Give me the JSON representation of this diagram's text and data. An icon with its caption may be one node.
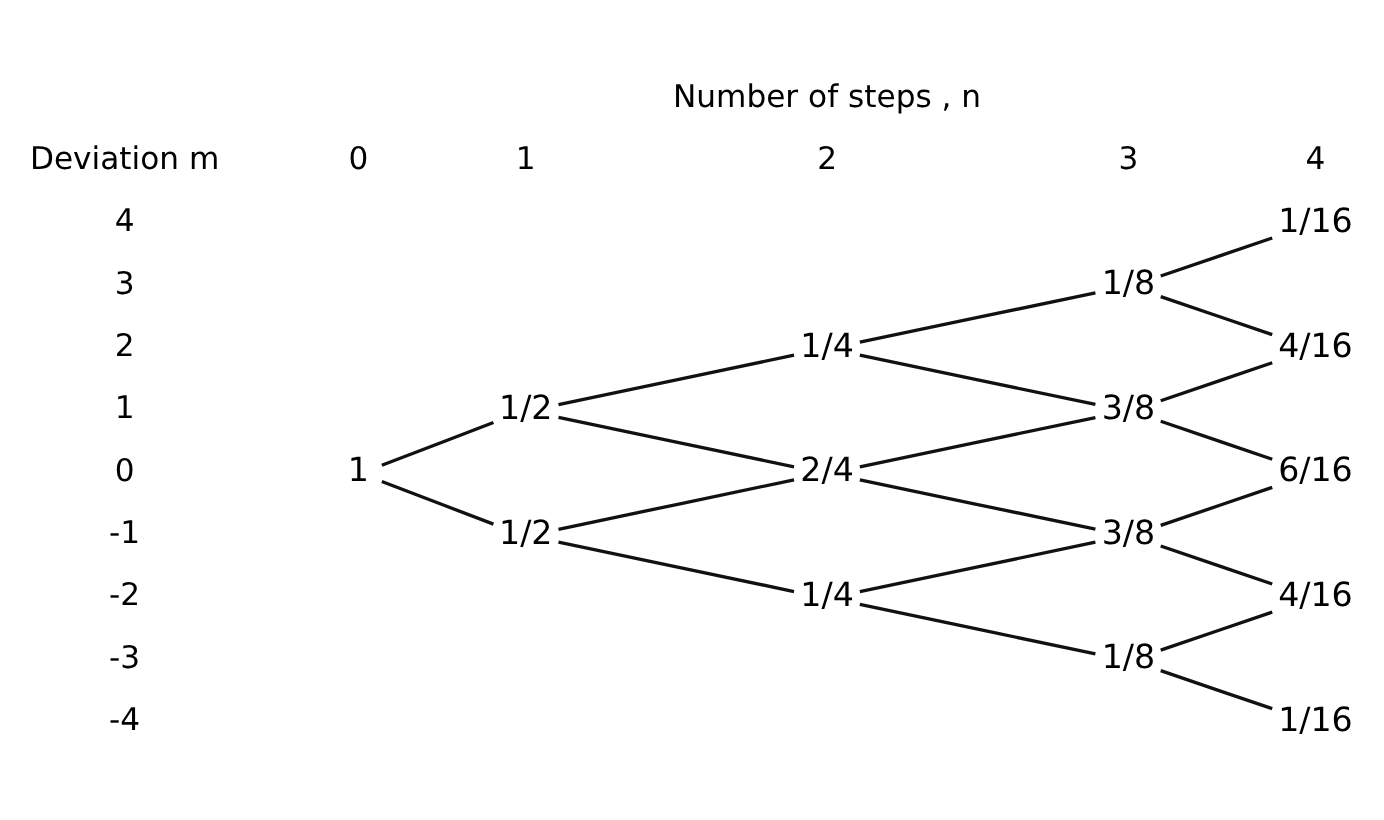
{
  "diagram": {
    "nodes": [
      {
        "text": [
          "1"
        ]
      },
      {
        "text": [
          "1/2"
        ]
      },
      {
        "text": [
          "1/2"
        ]
      },
      {
        "text": [
          "1/4"
        ]
      },
      {
        "text": [
          "2/4"
        ]
      },
      {
        "text": [
          "1/4"
        ]
      },
      {
        "text": [
          "1/8"
        ]
      },
      {
        "text": [
          "3/8"
        ]
      },
      {
        "text": [
          "3/8"
        ]
      },
      {
        "text": [
          "1/8"
        ]
      },
      {
        "text": [
          "1/16"
        ]
      },
      {
        "text": [
          "4/16"
        ]
      },
      {
        "text": [
          "6/16"
        ]
      },
      {
        "text": [
          "4/16"
        ]
      },
      {
        "text": [
          "1/16"
        ]
      }
    ],
    "edges": [
      {
        "from": 0,
        "to": 1,
        "arrow": "none"
      },
      {
        "from": 0,
        "to": 2,
        "arrow": "none"
      },
      {
        "from": 1,
        "to": 3,
        "arrow": "none"
      },
      {
        "from": 1,
        "to": 4,
        "arrow": "none"
      },
      {
        "from": 2,
        "to": 4,
        "arrow": "none"
      },
      {
        "from": 2,
        "to": 5,
        "arrow": "none"
      },
      {
        "from": 3,
        "to": 6,
        "arrow": "none"
      },
      {
        "from": 3,
        "to": 7,
        "arrow": "none"
      },
      {
        "from": 4,
        "to": 7,
        "arrow": "none"
      },
      {
        "from": 4,
        "to": 8,
        "arrow": "none"
      },
      {
        "from": 5,
        "to": 8,
        "arrow": "none"
      },
      {
        "from": 5,
        "to": 9,
        "arrow": "none"
      },
      {
        "from": 6,
        "to": 10,
        "arrow": "none"
      },
      {
        "from": 6,
        "to": 11,
        "arrow": "none"
      },
      {
        "from": 7,
        "to": 11,
        "arrow": "none"
      },
      {
        "from": 7,
        "to": 12,
        "arrow": "none"
      },
      {
        "from": 8,
        "to": 12,
        "arrow": "none"
      },
      {
        "from": 8,
        "to": 13,
        "arrow": "none"
      },
      {
        "from": 9,
        "to": 13,
        "arrow": "none"
      },
      {
        "from": 9,
        "to": 14,
        "arrow": "none"
      }
    ],
    "labels": [
      "Number of steps , n",
      "Deviation m",
      "0",
      "1",
      "2",
      "3",
      "4",
      "4",
      "3",
      "2",
      "1",
      "0",
      "-1",
      "-2",
      "-3",
      "-4"
    ]
  }
}
